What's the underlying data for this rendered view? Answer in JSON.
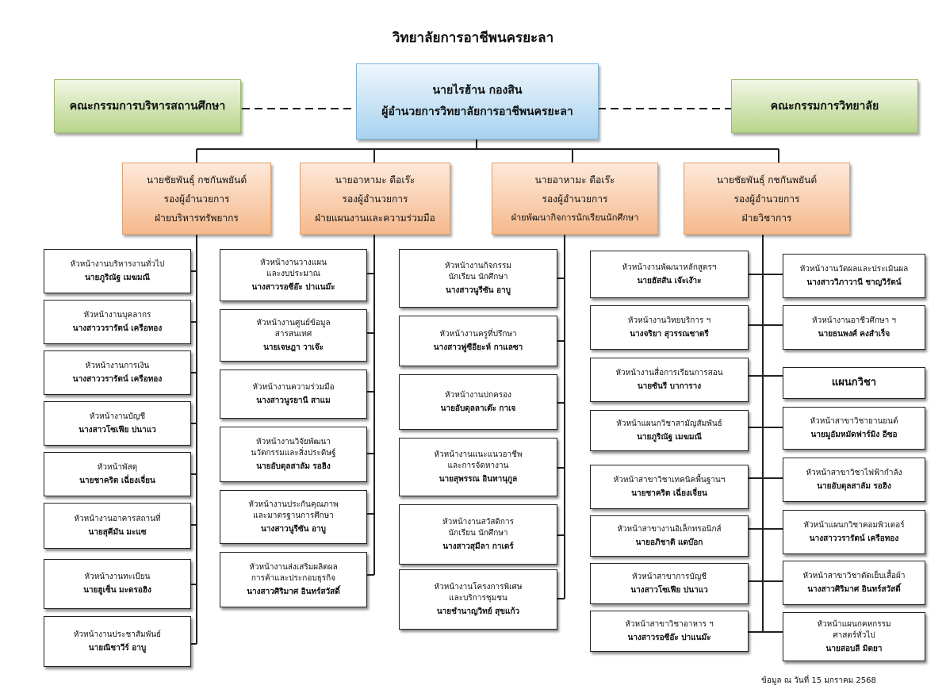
{
  "title": "วิทยาลัยการอาชีพนครยะลา",
  "board_admin": "คณะกรรมการบริหารสถานศึกษา",
  "board_college": "คณะกรรมการวิทยาลัย",
  "director": {
    "name": "นายไรฮ้าน  กองสิน",
    "position": "ผู้อำนวยการวิทยาลัยการอาชีพนครยะลา"
  },
  "deputies": [
    {
      "name": "นายชัยพันธุ์  กชกันพยันต์",
      "role": "รองผู้อำนวยการ",
      "division": "ฝ่ายบริหารทรัพยากร"
    },
    {
      "name": "นายอาหามะ  ดือเร๊ะ",
      "role": "รองผู้อำนวยการ",
      "division": "ฝ่ายแผนงานและความร่วมมือ"
    },
    {
      "name": "นายอาหามะ  ดือเร๊ะ",
      "role": "รองผู้อำนวยการ",
      "division": "ฝ่ายพัฒนากิจการนักเรียนนักศึกษา"
    },
    {
      "name": "นายชัยพันธุ์  กชกันพยันต์",
      "role": "รองผู้อำนวยการ",
      "division": "ฝ่ายวิชาการ"
    }
  ],
  "col1": [
    {
      "l1": "หัวหน้างานบริหารงานทั่วไป",
      "l2": "",
      "name": "นายภูริณัฐ  เมฆมณี"
    },
    {
      "l1": "หัวหน้างานบุคลากร",
      "l2": "",
      "name": "นางสาววรารัตน์  เครือทอง"
    },
    {
      "l1": "หัวหน้างานการเงิน",
      "l2": "",
      "name": "นางสาววรารัตน์  เครือทอง"
    },
    {
      "l1": "หัวหน้างานบัญชี",
      "l2": "",
      "name": "นางสาวโซเฟีย  ปนาแว"
    },
    {
      "l1": "หัวหน้าพัสดุ",
      "l2": "",
      "name": "นายชาคริต  เฉี่ยงเจี่ยน"
    },
    {
      "l1": "หัวหน้างานอาคารสถานที่",
      "l2": "",
      "name": "นายสุคีมัน  มะแซ"
    },
    {
      "l1": "หัวหน้างานทะเบียน",
      "l2": "",
      "name": "นายฮูเซ็น  มะดรอฮิง"
    },
    {
      "l1": "หัวหน้างานประชาสัมพันธ์",
      "l2": "",
      "name": "นายณิชาวีร์  อาบู"
    }
  ],
  "col2": [
    {
      "l1": "หัวหน้างานวางแผน",
      "l2": "และงบประมาณ",
      "name": "นางสาวรอซีอ๊ะ  ปาแนม๊ะ"
    },
    {
      "l1": "หัวหน้างานศูนย์ข้อมูล",
      "l2": "สารสนเทศ",
      "name": "นายเจษฎา  วาเจ๊ะ"
    },
    {
      "l1": "หัวหน้างานความร่วมมือ",
      "l2": "",
      "name": "นางสาวนูรยานี  สาแม"
    },
    {
      "l1": "หัวหน้างานวิจัยพัฒนา",
      "l2": "นวัตกรรมและสิ่งประดิษฐ์",
      "name": "นายอับดุลสาลัม  รอฮิง"
    },
    {
      "l1": "หัวหน้างานประกันคุณภาพ",
      "l2": "และมาตรฐานการศึกษา",
      "name": "นางสาวนูรีซัน  อาบู"
    },
    {
      "l1": "หัวหน้างานส่งเสริมผลิตผล",
      "l2": "การค้าและประกอบธุรกิจ",
      "name": "นางสาวศิริมาศ  อินทร์สวัสดิ์"
    }
  ],
  "col3": [
    {
      "l1": "หัวหน้างานกิจกรรม",
      "l2": "นักเรียน นักศึกษา",
      "name": "นางสาวนูรีซัน  อาบู"
    },
    {
      "l1": "หัวหน้างานครูที่ปรึกษา",
      "l2": "",
      "name": "นางสาวฟูซีอียะห์  กาแลซา"
    },
    {
      "l1": "หัวหน้างานปกครอง",
      "l2": "",
      "name": "นายอับดุลลาเต๊ะ  กาเจ"
    },
    {
      "l1": "หัวหน้างานแนะแนวอาชีพ",
      "l2": "และการจัดหางาน",
      "name": "นายสุพรรณ  อินทานุกูล"
    },
    {
      "l1": "หัวหน้างานสวัสดิการ",
      "l2": "นักเรียน นักศึกษา",
      "name": "นางสาวสุมีลา  กาเดร์"
    },
    {
      "l1": "หัวหน้างานโครงการพิเศษ",
      "l2": "และบริการชุมชน",
      "name": "นายชำนาญวิทย์  สุขแก้ว"
    }
  ],
  "col4": [
    {
      "l1": "หัวหน้างานพัฒนาหลักสูตรฯ",
      "l2": "",
      "name": "นายฮัสสัน  เจ๊ะเง๊าะ"
    },
    {
      "l1": "หัวหน้างานวิทยบริการ ฯ",
      "l2": "",
      "name": "นางจริยา  สุวรรณชาตรี"
    },
    {
      "l1": "หัวหน้างานสื่อการเรียนการสอน",
      "l2": "",
      "name": "นายซันรี  บาการาง"
    },
    {
      "l1": "หัวหน้าแผนกวิชาสามัญสัมพันธ์",
      "l2": "",
      "name": "นายภูริณัฐ  เมฆมณี"
    },
    {
      "l1": "หัวหน้าสาขาวิชาเทคนิคพื้นฐานฯ",
      "l2": "",
      "name": "นายชาคริต  เฉี่ยงเจี่ยน"
    },
    {
      "l1": "หัวหน้าสาขางานอิเล็กทรอนิกส์",
      "l2": "",
      "name": "นายอภิชาติ  แดบ๊อก"
    },
    {
      "l1": "หัวหน้าสาขาการบัญชี",
      "l2": "",
      "name": "นางสาวโซเฟีย  ปนาแว"
    },
    {
      "l1": "หัวหน้าสาขาวิชาอาหาร ฯ",
      "l2": "",
      "name": "นางสาวรอซีอ๊ะ  ปาแนม๊ะ"
    }
  ],
  "col5": [
    {
      "l1": "หัวหน้างานวัดผลและประเมินผล",
      "l2": "",
      "name": "นางสาววิภาวานี  ชาญวิรัตน์"
    },
    {
      "l1": "หัวหน้างานอาชีวศึกษา ฯ",
      "l2": "",
      "name": "นายธนพงศ์  คงสำเร็จ"
    },
    {
      "dept": "แผนกวิชา"
    },
    {
      "l1": "หัวหน้าสาขาวิชายานยนต์",
      "l2": "",
      "name": "นายมูอัมหมัดฟาร์มิง  อีซอ"
    },
    {
      "l1": "หัวหน้าสาขาวิชาไฟฟ้ากำลัง",
      "l2": "",
      "name": "นายอับดุลสาลัม  รอฮิง"
    },
    {
      "l1": "หัวหน้าแผนกวิชาคอมพิวเตอร์",
      "l2": "",
      "name": "นางสาววรารัตน์  เครือทอง"
    },
    {
      "l1": "หัวหน้าสาขาวิชาตัดเย็บเสื้อผ้า",
      "l2": "",
      "name": "นางสาวศิริมาศ  อินทร์สวัสดิ์"
    },
    {
      "l1": "หัวหน้าแผนกคหกรรม",
      "l2": "ศาสตร์ทั่วไป",
      "name": "นายสอบลี  มิตยา"
    }
  ],
  "footer": "ข้อมูล ณ วันที่ 15  มกราคม 2568"
}
